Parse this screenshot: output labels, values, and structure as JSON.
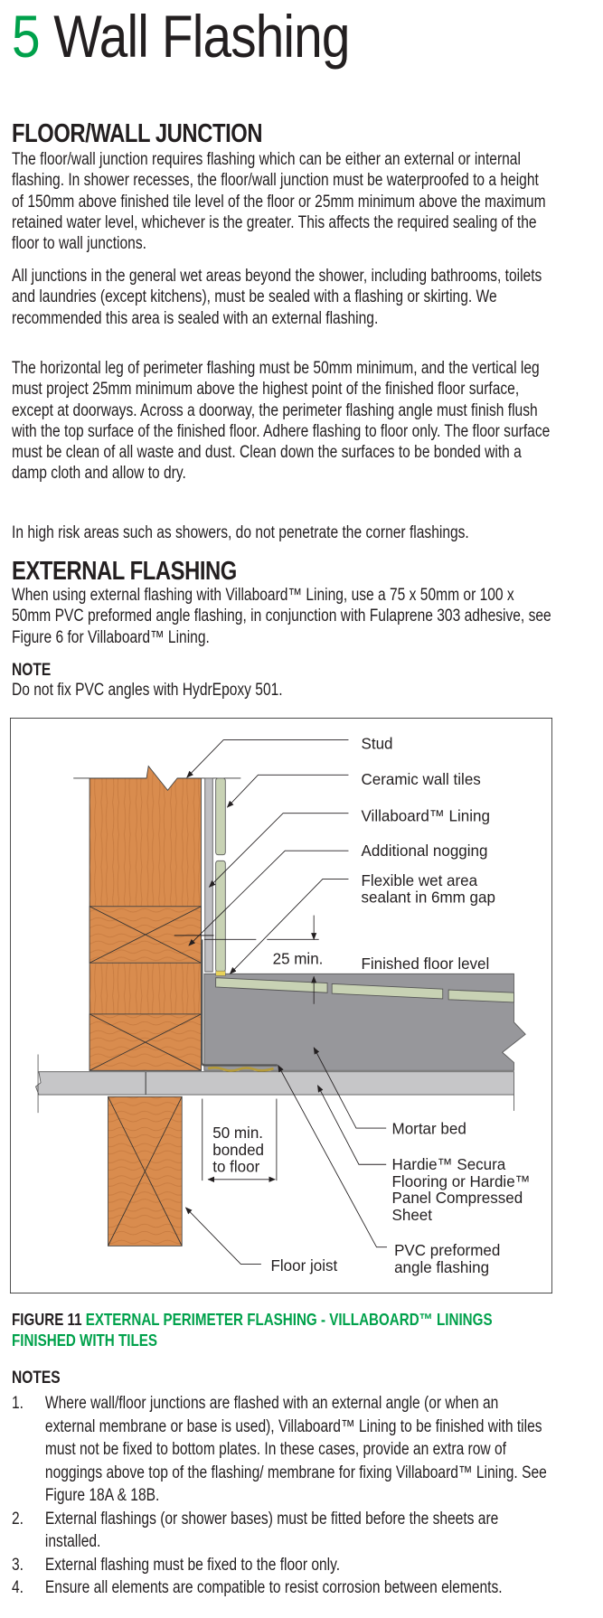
{
  "header": {
    "section_number": "5",
    "title": "Wall Flashing"
  },
  "floor_wall": {
    "heading": "FLOOR/WALL JUNCTION",
    "paragraphs": [
      "The floor/wall junction requires flashing which can be either an external or internal flashing. In shower recesses, the floor/wall junction must be waterproofed to a height of 150mm above finished tile level of the floor or 25mm minimum above the maximum retained water level, whichever is the greater. This affects the required sealing of the floor to wall junctions.",
      "All junctions in the general wet areas beyond the shower, including bathrooms, toilets and laundries (except kitchens), must be sealed with a flashing or skirting. We recommended this area is sealed with an external flashing.",
      "The horizontal leg of perimeter flashing must be 50mm minimum, and the vertical leg must project 25mm minimum above the highest point of the finished floor surface, except at doorways. Across a doorway, the perimeter flashing angle must finish flush with the top surface of the finished floor. Adhere flashing to floor only. The floor surface must be clean of all waste and dust. Clean down the surfaces to be bonded with a damp cloth and allow to dry.",
      "In high risk areas such as showers, do not penetrate the corner flashings."
    ]
  },
  "external_flashing": {
    "heading": "EXTERNAL FLASHING",
    "paragraph": "When using external flashing with Villaboard™ Lining, use a 75 x 50mm or 100 x 50mm PVC preformed angle flashing, in conjunction with Fulaprene 303 adhesive, see Figure 6 for Villaboard™ Lining.",
    "note_heading": "NOTE",
    "note_text": "Do not fix PVC angles with HydrEpoxy 501."
  },
  "figure": {
    "labels": {
      "stud": "Stud",
      "ceramic_tiles": "Ceramic wall tiles",
      "villaboard": "Villaboard™ Lining",
      "nogging": "Additional nogging",
      "sealant_1": "Flexible wet area",
      "sealant_2": "sealant in 6mm gap",
      "min_25": "25 min.",
      "floor_level": "Finished floor level",
      "mortar": "Mortar bed",
      "hardie_1": "Hardie™ Secura",
      "hardie_2": "Flooring or Hardie™",
      "hardie_3": "Panel Compressed",
      "hardie_4": "Sheet",
      "pvc_1": "PVC preformed",
      "pvc_2": "angle flashing",
      "joist": "Floor joist",
      "min_50_1": "50 min.",
      "min_50_2": "bonded",
      "min_50_3": "to floor"
    },
    "caption_prefix": "FIGURE 11",
    "caption_title": "EXTERNAL PERIMETER FLASHING - VILLABOARD™ LININGS FINISHED WITH TILES"
  },
  "notes": {
    "heading": "NOTES",
    "items": [
      {
        "num": "1.",
        "text": "Where wall/floor junctions are flashed with an external angle (or when an external membrane or base is used), Villaboard™ Lining to be finished with tiles must not be fixed to bottom plates. In these cases, provide an extra row of noggings above top of the flashing/ membrane for fixing Villaboard™ Lining. See Figure 18A & 18B."
      },
      {
        "num": "2.",
        "text": "External flashings (or shower bases) must be fitted before the sheets are installed."
      },
      {
        "num": "3.",
        "text": "External flashing must be fixed to the floor only."
      },
      {
        "num": "4.",
        "text": "Ensure all elements are compatible to resist corrosion between elements."
      }
    ]
  },
  "colors": {
    "accent": "#00a14b",
    "text": "#231f20",
    "wood": "#d98c4e",
    "mortar": "#97979b"
  }
}
